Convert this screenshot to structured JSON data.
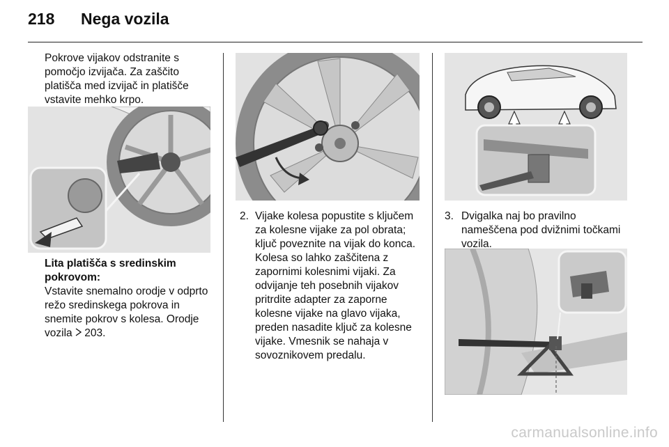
{
  "header": {
    "page_number": "218",
    "title": "Nega vozila"
  },
  "column1": {
    "intro": "Pokrove vijakov odstranite s\npomočjo izvijača. Za zaščito\nplatišča med izvijač in platišče\nvstavite mehko krpo.",
    "subheading": "Lita platišča s sredinskim\npokrovom:",
    "body": "Vstavite snemalno orodje v odprto\nrežo sredinskega pokrova in\nsnemite pokrov s kolesa. Orodje\nvozila",
    "xref_page": "203."
  },
  "column2": {
    "step_number": "2.",
    "step_text": "Vijake kolesa popustite s ključem\nza kolesne vijake za pol obrata;\nključ poveznite na vijak do konca.",
    "note": "Kolesa so lahko zaščitena z\nzapornimi kolesnimi vijaki. Za\nodvijanje teh posebnih vijakov\npritrdite adapter za zaporne\nkolesne vijake na glavo vijaka,\npreden nasadite ključ za kolesne\nvijake. Vmesnik se nahaja v\nsovoznikovem predalu."
  },
  "column3": {
    "step_number": "3.",
    "step_text": "Dvigalka naj bo pravilno\nnameščena pod dvižnimi točkami\nvozila."
  },
  "icons": {
    "xref": "triangle-right-icon"
  },
  "watermark": "carmanualsonline.info"
}
